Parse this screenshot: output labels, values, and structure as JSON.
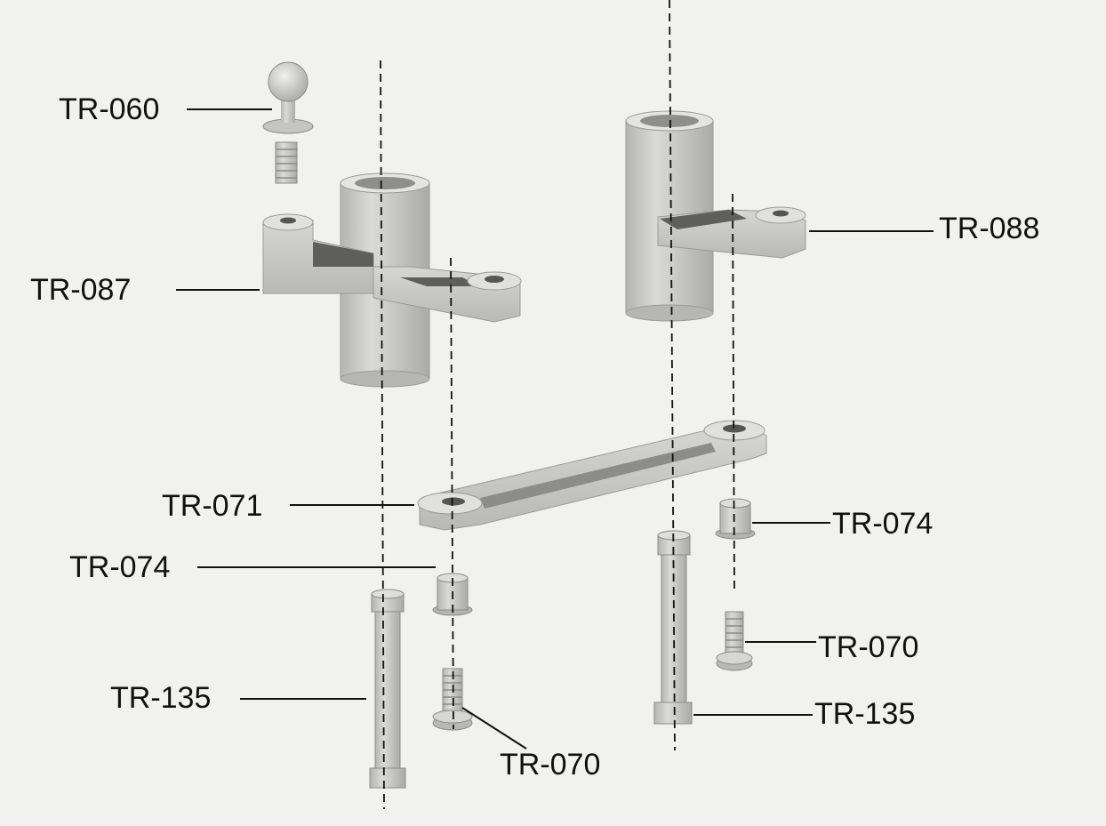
{
  "labels": {
    "ball_stud": "TR-060",
    "bellcrank_left": "TR-087",
    "bellcrank_right": "TR-088",
    "drag_link": "TR-071",
    "bushing_right": "TR-074",
    "bushing_left": "TR-074",
    "screw_right": "TR-070",
    "screw_left": "TR-070",
    "post_left": "TR-135",
    "post_right": "TR-135"
  },
  "colors": {
    "part_fill": "#cdcdcb",
    "part_shade": "#9d9d9b",
    "part_dark": "#6d6d6b",
    "line": "#111111",
    "background": "#f1f1ef"
  }
}
